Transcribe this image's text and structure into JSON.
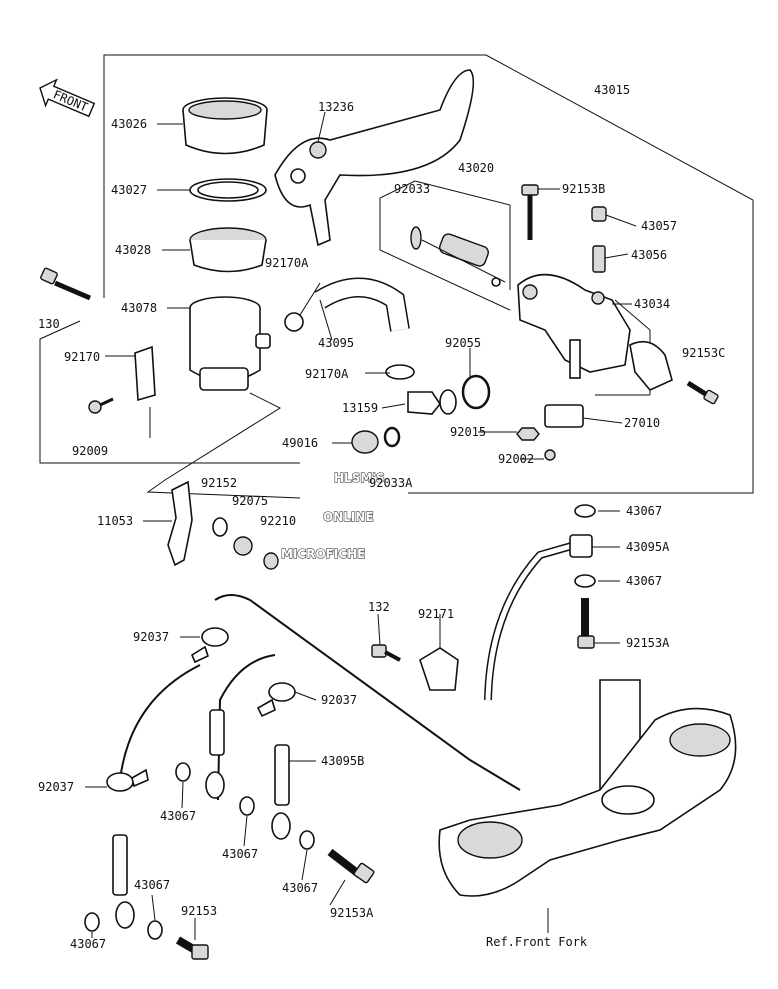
{
  "watermark": [
    "HLSM'S",
    "ONLINE",
    "MICROFICHE"
  ],
  "front_arrow": "FRONT",
  "ref_label": "Ref.Front Fork",
  "labels": {
    "p43015": "43015",
    "p43026": "43026",
    "p13236": "13236",
    "p43027": "43027",
    "p43020": "43020",
    "p92033": "92033",
    "p92153b": "92153B",
    "p43057": "43057",
    "p43028": "43028",
    "p43056": "43056",
    "p92170a_top": "92170A",
    "p130": "130",
    "p43078": "43078",
    "p43034": "43034",
    "p43095": "43095",
    "p92170": "92170",
    "p92055": "92055",
    "p92153c": "92153C",
    "p92170a_mid": "92170A",
    "p13159": "13159",
    "p92015": "92015",
    "p27010": "27010",
    "p92009": "92009",
    "p49016": "49016",
    "p92002": "92002",
    "p92033a": "92033A",
    "p92152": "92152",
    "p92075": "92075",
    "p11053": "11053",
    "p92210": "92210",
    "p43067_a": "43067",
    "p43095a": "43095A",
    "p43067_b": "43067",
    "p132": "132",
    "p92171": "92171",
    "p92037_a": "92037",
    "p92153a_top": "92153A",
    "p92037_b": "92037",
    "p92037_c": "92037",
    "p43095b": "43095B",
    "p43067_c": "43067",
    "p43067_d": "43067",
    "p43067_e": "43067",
    "p43067_f": "43067",
    "p92153": "92153",
    "p92153a_bot": "92153A",
    "p43067_g": "43067"
  }
}
